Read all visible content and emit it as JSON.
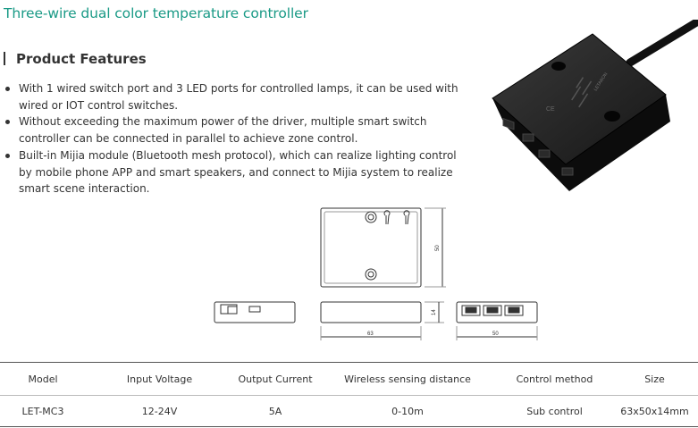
{
  "page": {
    "title": "Three-wire dual color temperature controller",
    "section_title": "Product Features"
  },
  "features": [
    "With 1 wired switch port and 3 LED ports for controlled lamps, it can be used with wired or IOT control switches.",
    "Without exceeding the maximum power of the driver, multiple smart switch controller can be connected in parallel to achieve zone control.",
    "Built-in Mijia module (Bluetooth mesh protocol), which can realize lighting control by mobile phone APP and smart speakers, and connect to Mijia system to realize smart scene interaction."
  ],
  "product": {
    "brand": "LETARON"
  },
  "dimensions": {
    "height_top": "50",
    "thickness": "14",
    "width_front": "63",
    "width_side": "50"
  },
  "spec_table": {
    "headers": [
      "Model",
      "Input Voltage",
      "Output Current",
      "Wireless sensing distance",
      "Control method",
      "Size"
    ],
    "rows": [
      [
        "LET-MC3",
        "12-24V",
        "5A",
        "0-10m",
        "Sub control",
        "63x50x14mm"
      ]
    ]
  },
  "colors": {
    "title": "#1a9a86",
    "text": "#333333"
  }
}
